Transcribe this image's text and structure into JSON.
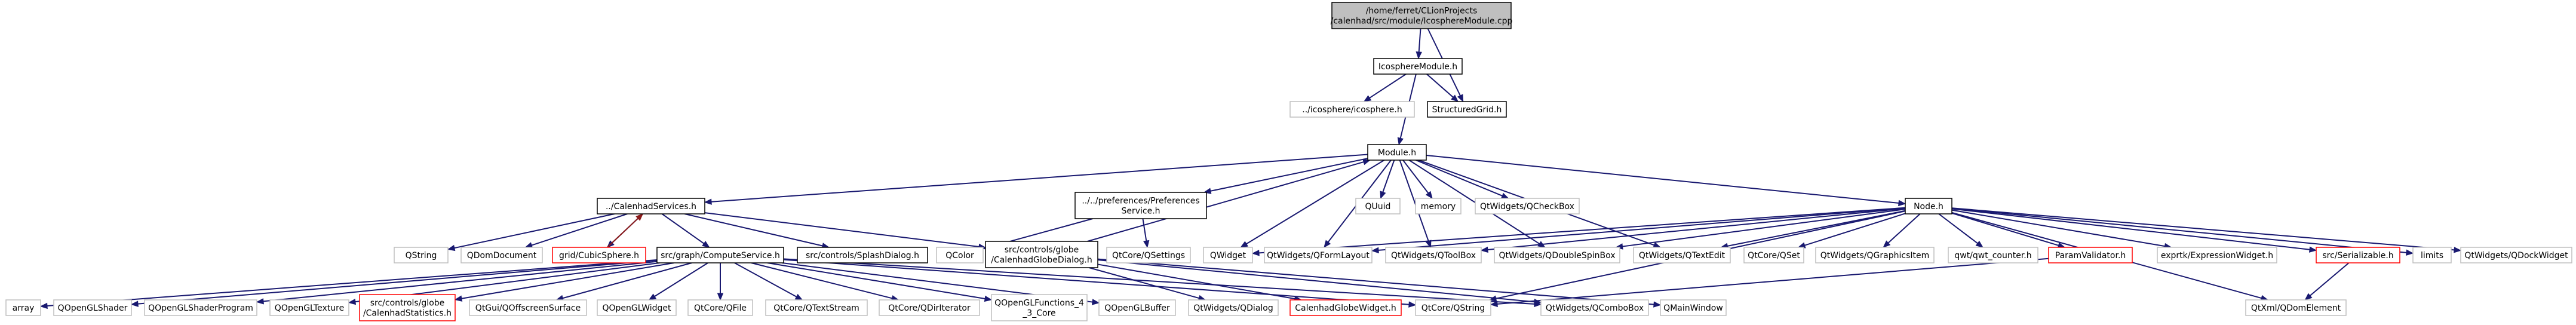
{
  "nodes": [
    {
      "id": "module_cpp",
      "lines": [
        "/home/ferret/CLionProjects",
        "/calenhad/src/module/IcosphereModule.cpp"
      ],
      "style": "root"
    },
    {
      "id": "icosphere_module_h",
      "lines": [
        "IcosphereModule.h"
      ],
      "style": "normal"
    },
    {
      "id": "icosphere_h",
      "lines": [
        "../icosphere/icosphere.h"
      ],
      "style": "gray"
    },
    {
      "id": "structured_grid_h",
      "lines": [
        "StructuredGrid.h"
      ],
      "style": "normal"
    },
    {
      "id": "module_h",
      "lines": [
        "Module.h"
      ],
      "style": "normal"
    },
    {
      "id": "calenhad_services_h",
      "lines": [
        "../CalenhadServices.h"
      ],
      "style": "normal"
    },
    {
      "id": "preferences_h",
      "lines": [
        "../../preferences/Preferences",
        "Service.h"
      ],
      "style": "normal"
    },
    {
      "id": "quuid",
      "lines": [
        "QUuid"
      ],
      "style": "gray"
    },
    {
      "id": "memory",
      "lines": [
        "memory"
      ],
      "style": "gray"
    },
    {
      "id": "qcheckbox",
      "lines": [
        "QtWidgets/QCheckBox"
      ],
      "style": "gray"
    },
    {
      "id": "node_h",
      "lines": [
        "Node.h"
      ],
      "style": "normal"
    },
    {
      "id": "qstring",
      "lines": [
        "QString"
      ],
      "style": "gray"
    },
    {
      "id": "qdomdocument",
      "lines": [
        "QDomDocument"
      ],
      "style": "gray"
    },
    {
      "id": "cubicsphere_h",
      "lines": [
        "grid/CubicSphere.h"
      ],
      "style": "red"
    },
    {
      "id": "computeservice_h",
      "lines": [
        "src/graph/ComputeService.h"
      ],
      "style": "normal"
    },
    {
      "id": "splashdialog_h",
      "lines": [
        "src/controls/SplashDialog.h"
      ],
      "style": "normal"
    },
    {
      "id": "qcolor",
      "lines": [
        "QColor"
      ],
      "style": "gray"
    },
    {
      "id": "globedialog_h",
      "lines": [
        "src/controls/globe",
        "/CalenhadGlobeDialog.h"
      ],
      "style": "normal"
    },
    {
      "id": "qsettings",
      "lines": [
        "QtCore/QSettings"
      ],
      "style": "gray"
    },
    {
      "id": "qwidget",
      "lines": [
        "QWidget"
      ],
      "style": "gray"
    },
    {
      "id": "qformlayout",
      "lines": [
        "QtWidgets/QFormLayout"
      ],
      "style": "gray"
    },
    {
      "id": "qtoolbox",
      "lines": [
        "QtWidgets/QToolBox"
      ],
      "style": "gray"
    },
    {
      "id": "qdoublespinbox",
      "lines": [
        "QtWidgets/QDoubleSpinBox"
      ],
      "style": "gray"
    },
    {
      "id": "qtextedit",
      "lines": [
        "QtWidgets/QTextEdit"
      ],
      "style": "gray"
    },
    {
      "id": "qset",
      "lines": [
        "QtCore/QSet"
      ],
      "style": "gray"
    },
    {
      "id": "qgraphicsitem",
      "lines": [
        "QtWidgets/QGraphicsItem"
      ],
      "style": "gray"
    },
    {
      "id": "qwt_counter",
      "lines": [
        "qwt/qwt_counter.h"
      ],
      "style": "gray"
    },
    {
      "id": "paramvalidator_h",
      "lines": [
        "ParamValidator.h"
      ],
      "style": "red"
    },
    {
      "id": "exprtk",
      "lines": [
        "exprtk/ExpressionWidget.h"
      ],
      "style": "gray"
    },
    {
      "id": "serializable_h",
      "lines": [
        "src/Serializable.h"
      ],
      "style": "red"
    },
    {
      "id": "limits",
      "lines": [
        "limits"
      ],
      "style": "gray"
    },
    {
      "id": "qdockwidget",
      "lines": [
        "QtWidgets/QDockWidget"
      ],
      "style": "gray"
    },
    {
      "id": "array",
      "lines": [
        "array"
      ],
      "style": "gray"
    },
    {
      "id": "qopenglshader",
      "lines": [
        "QOpenGLShader"
      ],
      "style": "gray"
    },
    {
      "id": "qopenglshaderprogram",
      "lines": [
        "QOpenGLShaderProgram"
      ],
      "style": "gray"
    },
    {
      "id": "qopengltexture",
      "lines": [
        "QOpenGLTexture"
      ],
      "style": "gray"
    },
    {
      "id": "globestatistics_h",
      "lines": [
        "src/controls/globe",
        "/CalenhadStatistics.h"
      ],
      "style": "red"
    },
    {
      "id": "qoffscreensurface",
      "lines": [
        "QtGui/QOffscreenSurface"
      ],
      "style": "gray"
    },
    {
      "id": "qopenglwidget",
      "lines": [
        "QOpenGLWidget"
      ],
      "style": "gray"
    },
    {
      "id": "qfile",
      "lines": [
        "QtCore/QFile"
      ],
      "style": "gray"
    },
    {
      "id": "qtextstream",
      "lines": [
        "QtCore/QTextStream"
      ],
      "style": "gray"
    },
    {
      "id": "qdiriterator",
      "lines": [
        "QtCore/QDirIterator"
      ],
      "style": "gray"
    },
    {
      "id": "qopenglfunctions",
      "lines": [
        "QOpenGLFunctions_4",
        "_3_Core"
      ],
      "style": "gray"
    },
    {
      "id": "qopenglbuffer",
      "lines": [
        "QOpenGLBuffer"
      ],
      "style": "gray"
    },
    {
      "id": "qdialog",
      "lines": [
        "QtWidgets/QDialog"
      ],
      "style": "gray"
    },
    {
      "id": "globewidget_h",
      "lines": [
        "CalenhadGlobeWidget.h"
      ],
      "style": "red"
    },
    {
      "id": "qtcore_qstring",
      "lines": [
        "QtCore/QString"
      ],
      "style": "gray"
    },
    {
      "id": "qcombobox",
      "lines": [
        "QtWidgets/QComboBox"
      ],
      "style": "gray"
    },
    {
      "id": "qmainwindow",
      "lines": [
        "QMainWindow"
      ],
      "style": "gray"
    },
    {
      "id": "qdomelement",
      "lines": [
        "QtXml/QDomElement"
      ],
      "style": "gray"
    }
  ],
  "edges": [
    [
      "module_cpp",
      "icosphere_module_h"
    ],
    [
      "module_cpp",
      "structured_grid_h"
    ],
    [
      "icosphere_module_h",
      "module_h"
    ],
    [
      "icosphere_module_h",
      "icosphere_h"
    ],
    [
      "icosphere_module_h",
      "structured_grid_h"
    ],
    [
      "module_h",
      "calenhad_services_h"
    ],
    [
      "module_h",
      "preferences_h"
    ],
    [
      "module_h",
      "quuid"
    ],
    [
      "module_h",
      "memory"
    ],
    [
      "module_h",
      "qcheckbox"
    ],
    [
      "module_h",
      "node_h"
    ],
    [
      "module_h",
      "qwidget"
    ],
    [
      "module_h",
      "qformlayout"
    ],
    [
      "module_h",
      "qtoolbox"
    ],
    [
      "module_h",
      "qdoublespinbox"
    ],
    [
      "module_h",
      "qtextedit"
    ],
    [
      "calenhad_services_h",
      "qstring"
    ],
    [
      "calenhad_services_h",
      "qdomdocument"
    ],
    [
      "calenhad_services_h",
      "cubicsphere_h"
    ],
    [
      "calenhad_services_h",
      "computeservice_h"
    ],
    [
      "calenhad_services_h",
      "splashdialog_h"
    ],
    [
      "calenhad_services_h",
      "globedialog_h"
    ],
    [
      "cubicsphere_h",
      "calenhad_services_h"
    ],
    [
      "preferences_h",
      "qcolor"
    ],
    [
      "preferences_h",
      "qsettings"
    ],
    [
      "node_h",
      "qwidget"
    ],
    [
      "node_h",
      "qformlayout"
    ],
    [
      "node_h",
      "qtoolbox"
    ],
    [
      "node_h",
      "qdoublespinbox"
    ],
    [
      "node_h",
      "qtextedit"
    ],
    [
      "node_h",
      "qset"
    ],
    [
      "node_h",
      "qgraphicsitem"
    ],
    [
      "node_h",
      "qwt_counter"
    ],
    [
      "node_h",
      "paramvalidator_h"
    ],
    [
      "node_h",
      "exprtk"
    ],
    [
      "node_h",
      "serializable_h"
    ],
    [
      "node_h",
      "limits"
    ],
    [
      "node_h",
      "qdockwidget"
    ],
    [
      "node_h",
      "qdomelement"
    ],
    [
      "node_h",
      "qtcore_qstring"
    ],
    [
      "serializable_h",
      "qdomelement"
    ],
    [
      "paramvalidator_h",
      "qtcore_qstring"
    ],
    [
      "globedialog_h",
      "module_h"
    ],
    [
      "computeservice_h",
      "array"
    ],
    [
      "computeservice_h",
      "qopenglshader"
    ],
    [
      "computeservice_h",
      "qopenglshaderprogram"
    ],
    [
      "computeservice_h",
      "qopengltexture"
    ],
    [
      "computeservice_h",
      "globestatistics_h"
    ],
    [
      "computeservice_h",
      "qoffscreensurface"
    ],
    [
      "computeservice_h",
      "qopenglwidget"
    ],
    [
      "computeservice_h",
      "qfile"
    ],
    [
      "computeservice_h",
      "qtextstream"
    ],
    [
      "computeservice_h",
      "qdiriterator"
    ],
    [
      "computeservice_h",
      "qopenglfunctions"
    ],
    [
      "computeservice_h",
      "qopenglbuffer"
    ],
    [
      "computeservice_h",
      "qtcore_qstring"
    ],
    [
      "computeservice_h",
      "qcombobox"
    ],
    [
      "globedialog_h",
      "qdialog"
    ],
    [
      "globedialog_h",
      "globewidget_h"
    ],
    [
      "globedialog_h",
      "qmainwindow"
    ],
    [
      "globedialog_h",
      "qcombobox"
    ]
  ],
  "red_edges": [
    [
      "cubicsphere_h",
      "calenhad_services_h"
    ]
  ],
  "colors": {
    "edge": "#191970",
    "normal_border": "#000000",
    "gray_border": "#bfbfbf",
    "red_border": "#ff0000",
    "root_fill": "#bfbfbf",
    "back_edge": "#8b1a1a"
  }
}
